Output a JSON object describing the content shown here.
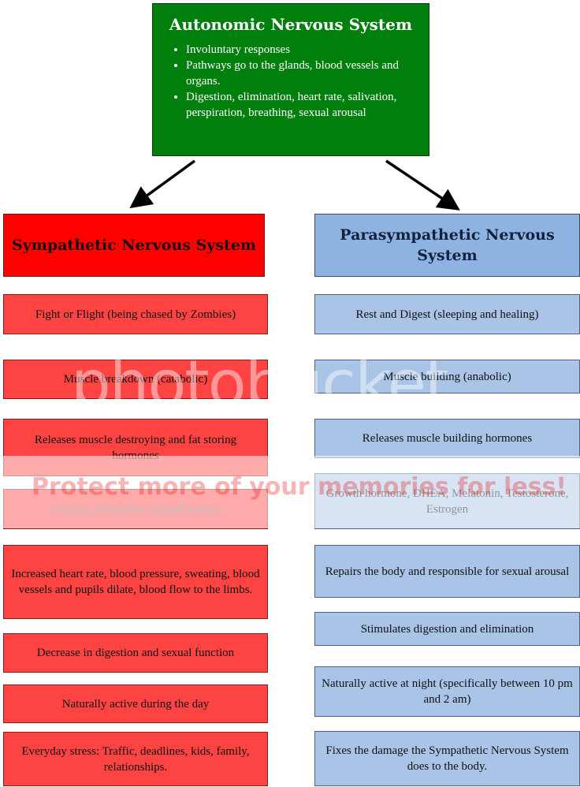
{
  "autonomic": {
    "title": "Autonomic Nervous System",
    "bullets": [
      "Involuntary responses",
      "Pathways go to the glands, blood vessels and organs.",
      "Digestion, elimination, heart rate, salivation, perspiration, breathing, sexual arousal"
    ]
  },
  "sympathetic": {
    "title": "Sympathetic Nervous System",
    "items": [
      "Fight or Flight (being chased by Zombies)",
      "Muscle breakdown (catabolic)",
      "Releases muscle destroying and fat storing hormones",
      "Cortisol, Adrenaline (noradrenaline)",
      "Increased heart rate, blood pressure, sweating, blood vessels and pupils dilate, blood flow to the limbs.",
      "Decrease in digestion and sexual function",
      "Naturally active during the day",
      "Everyday stress: Traffic, deadlines, kids, family, relationships."
    ]
  },
  "parasympathetic": {
    "title": "Parasympathetic Nervous System",
    "items": [
      "Rest and Digest (sleeping and healing)",
      "Muscle building (anabolic)",
      "Releases muscle building hormones",
      "Growth hormone, DHEA, Melatonin, Testosterone, Estrogen",
      "Repairs the body and responsible for sexual arousal",
      "Stimulates digestion and elimination",
      "Naturally active at night (specifically between 10 pm and 2 am)",
      "Fixes the damage the Sympathetic Nervous System does to the body."
    ]
  },
  "watermark": {
    "brand": "photobucket",
    "slogan": "Protect more of your memories for less!"
  },
  "colors": {
    "autonomic": "#017f0d",
    "sympathetic_header": "#fe0000",
    "sympathetic_item": "#fe4343",
    "parasympathetic_header": "#8db3e2",
    "parasympathetic_item": "#a9c4e6"
  }
}
